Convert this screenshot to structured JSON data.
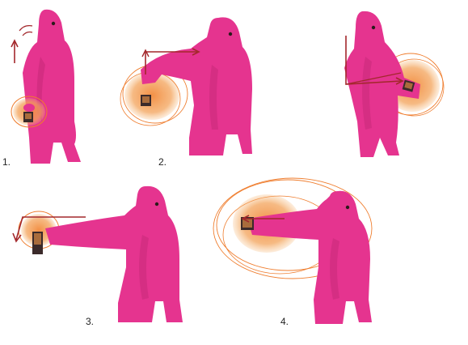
{
  "steps": [
    {
      "label": "1."
    },
    {
      "label": "2."
    },
    {
      "label": "3."
    },
    {
      "label": "4."
    }
  ],
  "colors": {
    "figure": "#e5348f",
    "figure_shade": "#c82a7a",
    "glow": "#f39a4a",
    "glow_line": "#ef7d2e",
    "arrow": "#a3282c",
    "device": "#3b2a2a"
  }
}
